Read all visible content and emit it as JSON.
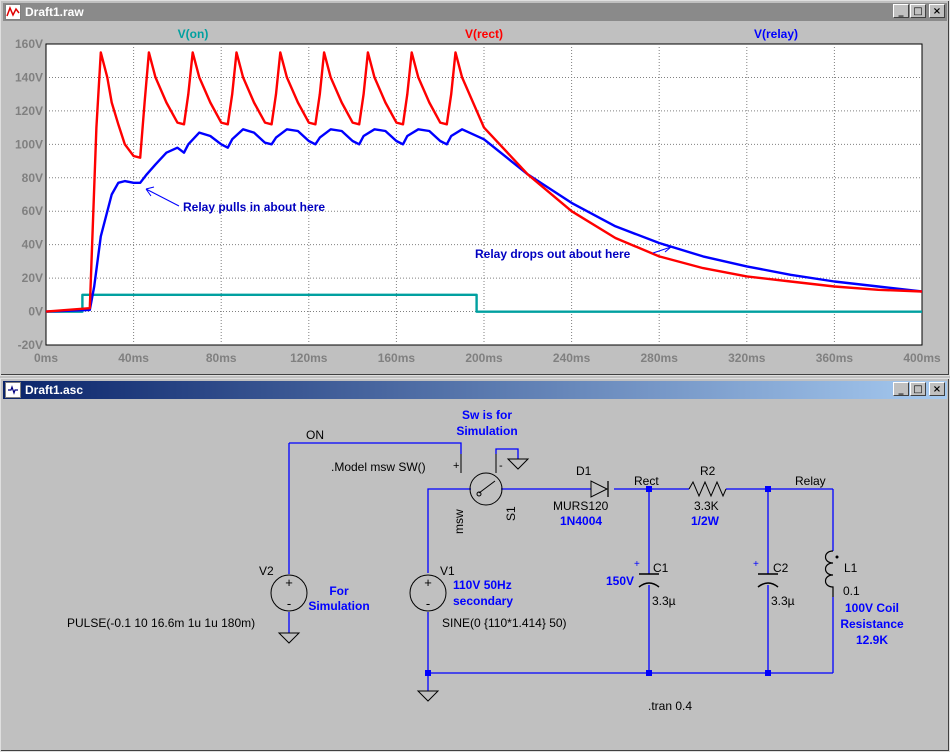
{
  "plot_window": {
    "title": "Draft1.raw",
    "controls": {
      "minimize": "_",
      "maximize": "□",
      "close": "×"
    }
  },
  "schematic_window": {
    "title": "Draft1.asc",
    "controls": {
      "minimize": "_",
      "maximize": "□",
      "close": "×"
    }
  },
  "chart_data": {
    "type": "line",
    "title": "",
    "xlabel": "",
    "ylabel": "",
    "xlim": [
      0,
      400
    ],
    "ylim": [
      -20,
      160
    ],
    "x_ticks": [
      "0ms",
      "40ms",
      "80ms",
      "120ms",
      "160ms",
      "200ms",
      "240ms",
      "280ms",
      "320ms",
      "360ms",
      "400ms"
    ],
    "y_ticks": [
      "-20V",
      "0V",
      "20V",
      "40V",
      "60V",
      "80V",
      "100V",
      "120V",
      "140V",
      "160V"
    ],
    "grid": true,
    "legend": [
      "V(on)",
      "V(rect)",
      "V(relay)"
    ],
    "colors": {
      "on": "#00a0a0",
      "rect": "#ff0000",
      "relay": "#0000ff"
    },
    "series": [
      {
        "name": "V(on)",
        "x": [
          0,
          16.6,
          16.6,
          196.6,
          196.6,
          400
        ],
        "values": [
          -0.1,
          -0.1,
          10,
          10,
          -0.1,
          -0.1
        ]
      },
      {
        "name": "V(rect)",
        "x": [
          0,
          20,
          23,
          25,
          28,
          30,
          33,
          36,
          40,
          43,
          45,
          47,
          50,
          55,
          60,
          63,
          65,
          67,
          70,
          75,
          80,
          83,
          85,
          87,
          90,
          95,
          100,
          103,
          105,
          107,
          110,
          115,
          120,
          123,
          125,
          127,
          130,
          135,
          140,
          143,
          145,
          147,
          150,
          155,
          160,
          163,
          165,
          167,
          170,
          175,
          180,
          183,
          185,
          187,
          190,
          200,
          220,
          240,
          260,
          280,
          300,
          320,
          340,
          360,
          380,
          400
        ],
        "values": [
          0,
          2,
          110,
          155,
          140,
          125,
          112,
          100,
          93,
          92,
          125,
          155,
          140,
          125,
          113,
          112,
          130,
          155,
          140,
          125,
          113,
          112,
          130,
          155,
          140,
          125,
          113,
          112,
          130,
          155,
          140,
          125,
          113,
          112,
          130,
          155,
          140,
          125,
          113,
          112,
          130,
          155,
          140,
          125,
          113,
          112,
          130,
          155,
          140,
          125,
          113,
          112,
          130,
          155,
          140,
          110,
          82,
          60,
          44,
          33,
          26,
          21,
          18,
          15,
          13,
          12
        ]
      },
      {
        "name": "V(relay)",
        "x": [
          0,
          20,
          22,
          25,
          30,
          33,
          36,
          40,
          43,
          46,
          50,
          55,
          60,
          63,
          65,
          70,
          75,
          80,
          83,
          85,
          90,
          95,
          100,
          103,
          105,
          110,
          115,
          120,
          123,
          125,
          130,
          135,
          140,
          143,
          145,
          150,
          155,
          160,
          163,
          165,
          170,
          175,
          180,
          183,
          185,
          190,
          200,
          220,
          240,
          260,
          280,
          300,
          320,
          340,
          360,
          380,
          400
        ],
        "values": [
          0,
          1,
          15,
          45,
          70,
          77,
          78,
          77,
          77,
          82,
          88,
          95,
          98,
          95,
          100,
          107,
          105,
          100,
          98,
          103,
          109,
          107,
          101,
          100,
          104,
          109,
          108,
          102,
          100,
          104,
          109,
          108,
          102,
          100,
          105,
          109,
          108,
          102,
          100,
          105,
          109,
          108,
          102,
          100,
          105,
          109,
          103,
          82,
          65,
          51,
          41,
          33,
          27,
          22,
          18,
          15,
          12
        ]
      }
    ],
    "annotations": [
      "Relay pulls in about here",
      "Relay drops out about here"
    ]
  },
  "schematic": {
    "labels": {
      "on": "ON",
      "sw_note_1": "Sw is for",
      "sw_note_2": "Simulation",
      "model": ".Model msw SW()",
      "d1": "D1",
      "rect": "Rect",
      "r2": "R2",
      "relay": "Relay",
      "d1_val": "MURS120",
      "d1_alt": "1N4004",
      "r2_val": "3.3K",
      "r2_power": "1/2W",
      "msw": "msw",
      "s1": "S1",
      "v2": "V2",
      "v2_note_1": "For",
      "v2_note_2": "Simulation",
      "v1": "V1",
      "v1_note_1": "110V 50Hz",
      "v1_note_2": "secondary",
      "c1": "C1",
      "c1_rating": "150V",
      "c1_val": "3.3µ",
      "c2": "C2",
      "c2_val": "3.3µ",
      "l1": "L1",
      "l1_val": "0.1",
      "coil_1": "100V Coil",
      "coil_2": "Resistance",
      "coil_3": "12.9K",
      "pulse": "PULSE(-0.1 10 16.6m 1u 1u 180m)",
      "sine": "SINE(0 {110*1.414} 50)",
      "tran": ".tran 0.4",
      "plus": "+",
      "minus": "-",
      "cplus": "+"
    }
  }
}
